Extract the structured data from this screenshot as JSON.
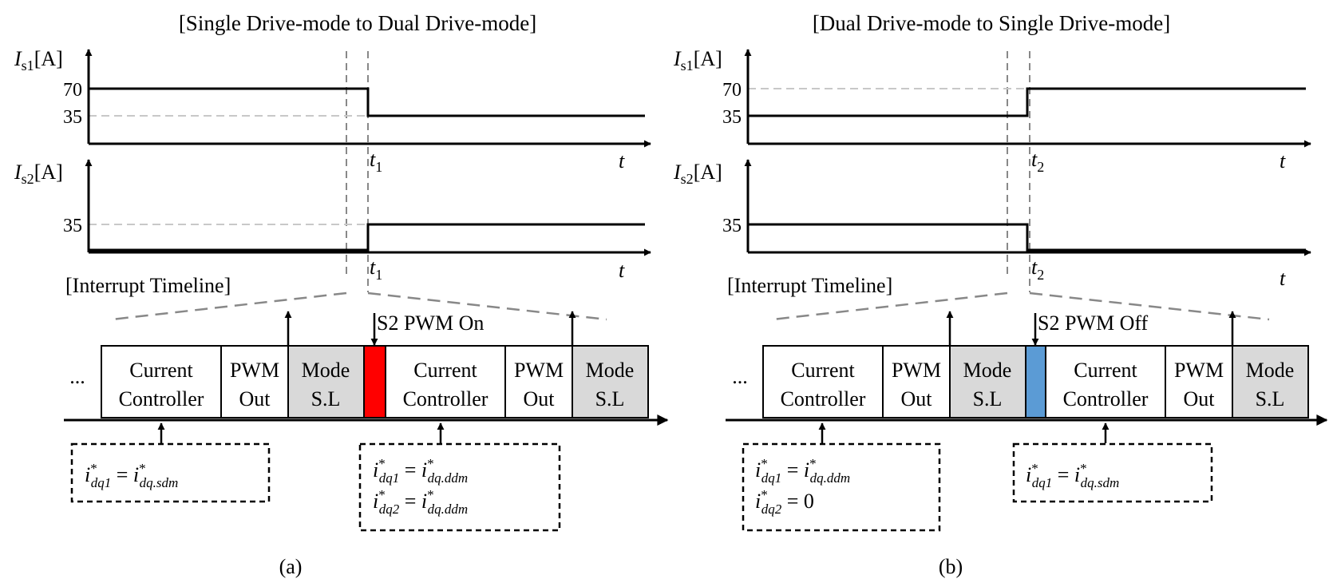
{
  "colors": {
    "wave": "#000000",
    "guide": "#c8c8c8",
    "zoom": "#888888",
    "block_plain": "#ffffff",
    "block_shaded": "#d9d9d9",
    "event_red": "#ff0000",
    "event_blue": "#5b9bd5"
  },
  "panels": [
    {
      "title": "[Single Drive-mode to Dual Drive-mode]",
      "caption": "(a)",
      "upper": {
        "ylabel_main": "I",
        "ylabel_sub": "s1",
        "ylabel_unit": "[A]",
        "ticks": [
          "70",
          "35"
        ],
        "xlabel": "t",
        "event_main": "t",
        "event_sub": "1"
      },
      "lower": {
        "ylabel_main": "I",
        "ylabel_sub": "s2",
        "ylabel_unit": "[A]",
        "ticks": [
          "35"
        ],
        "xlabel": "t",
        "event_main": "t",
        "event_sub": "1"
      },
      "timeline_title": "[Interrupt Timeline]",
      "ellipsis": "...",
      "event_label": "S2 PWM On",
      "blocks": [
        {
          "line1": "Current",
          "line2": "Controller"
        },
        {
          "line1": "PWM",
          "line2": "Out"
        },
        {
          "line1": "Mode",
          "line2": "S.L"
        },
        {
          "line1": "Current",
          "line2": "Controller"
        },
        {
          "line1": "PWM",
          "line2": "Out"
        },
        {
          "line1": "Mode",
          "line2": "S.L"
        }
      ],
      "conditions": [
        {
          "lines": [
            {
              "lhs": "i",
              "lhs_sup": "*",
              "lhs_sub": "dq1",
              "eq": " = ",
              "rhs": "i",
              "rhs_sup": "*",
              "rhs_sub": "dq.sdm"
            }
          ]
        },
        {
          "lines": [
            {
              "lhs": "i",
              "lhs_sup": "*",
              "lhs_sub": "dq1",
              "eq": " = ",
              "rhs": "i",
              "rhs_sup": "*",
              "rhs_sub": "dq.ddm"
            },
            {
              "lhs": "i",
              "lhs_sup": "*",
              "lhs_sub": "dq2",
              "eq": " = ",
              "rhs": "i",
              "rhs_sup": "*",
              "rhs_sub": "dq.ddm"
            }
          ]
        }
      ]
    },
    {
      "title": "[Dual Drive-mode to Single Drive-mode]",
      "caption": "(b)",
      "upper": {
        "ylabel_main": "I",
        "ylabel_sub": "s1",
        "ylabel_unit": "[A]",
        "ticks": [
          "70",
          "35"
        ],
        "xlabel": "t",
        "event_main": "t",
        "event_sub": "2"
      },
      "lower": {
        "ylabel_main": "I",
        "ylabel_sub": "s2",
        "ylabel_unit": "[A]",
        "ticks": [
          "35"
        ],
        "xlabel": "t",
        "event_main": "t",
        "event_sub": "2"
      },
      "timeline_title": "[Interrupt Timeline]",
      "ellipsis": "...",
      "event_label": "S2 PWM Off",
      "blocks": [
        {
          "line1": "Current",
          "line2": "Controller"
        },
        {
          "line1": "PWM",
          "line2": "Out"
        },
        {
          "line1": "Mode",
          "line2": "S.L"
        },
        {
          "line1": "Current",
          "line2": "Controller"
        },
        {
          "line1": "PWM",
          "line2": "Out"
        },
        {
          "line1": "Mode",
          "line2": "S.L"
        }
      ],
      "conditions": [
        {
          "lines": [
            {
              "lhs": "i",
              "lhs_sup": "*",
              "lhs_sub": "dq1",
              "eq": " = ",
              "rhs": "i",
              "rhs_sup": "*",
              "rhs_sub": "dq.ddm"
            },
            {
              "lhs": "i",
              "lhs_sup": "*",
              "lhs_sub": "dq2",
              "eq": " = 0",
              "rhs": "",
              "rhs_sup": "",
              "rhs_sub": ""
            }
          ]
        },
        {
          "lines": [
            {
              "lhs": "i",
              "lhs_sup": "*",
              "lhs_sub": "dq1",
              "eq": " = ",
              "rhs": "i",
              "rhs_sup": "*",
              "rhs_sub": "dq.sdm"
            }
          ]
        }
      ]
    }
  ]
}
